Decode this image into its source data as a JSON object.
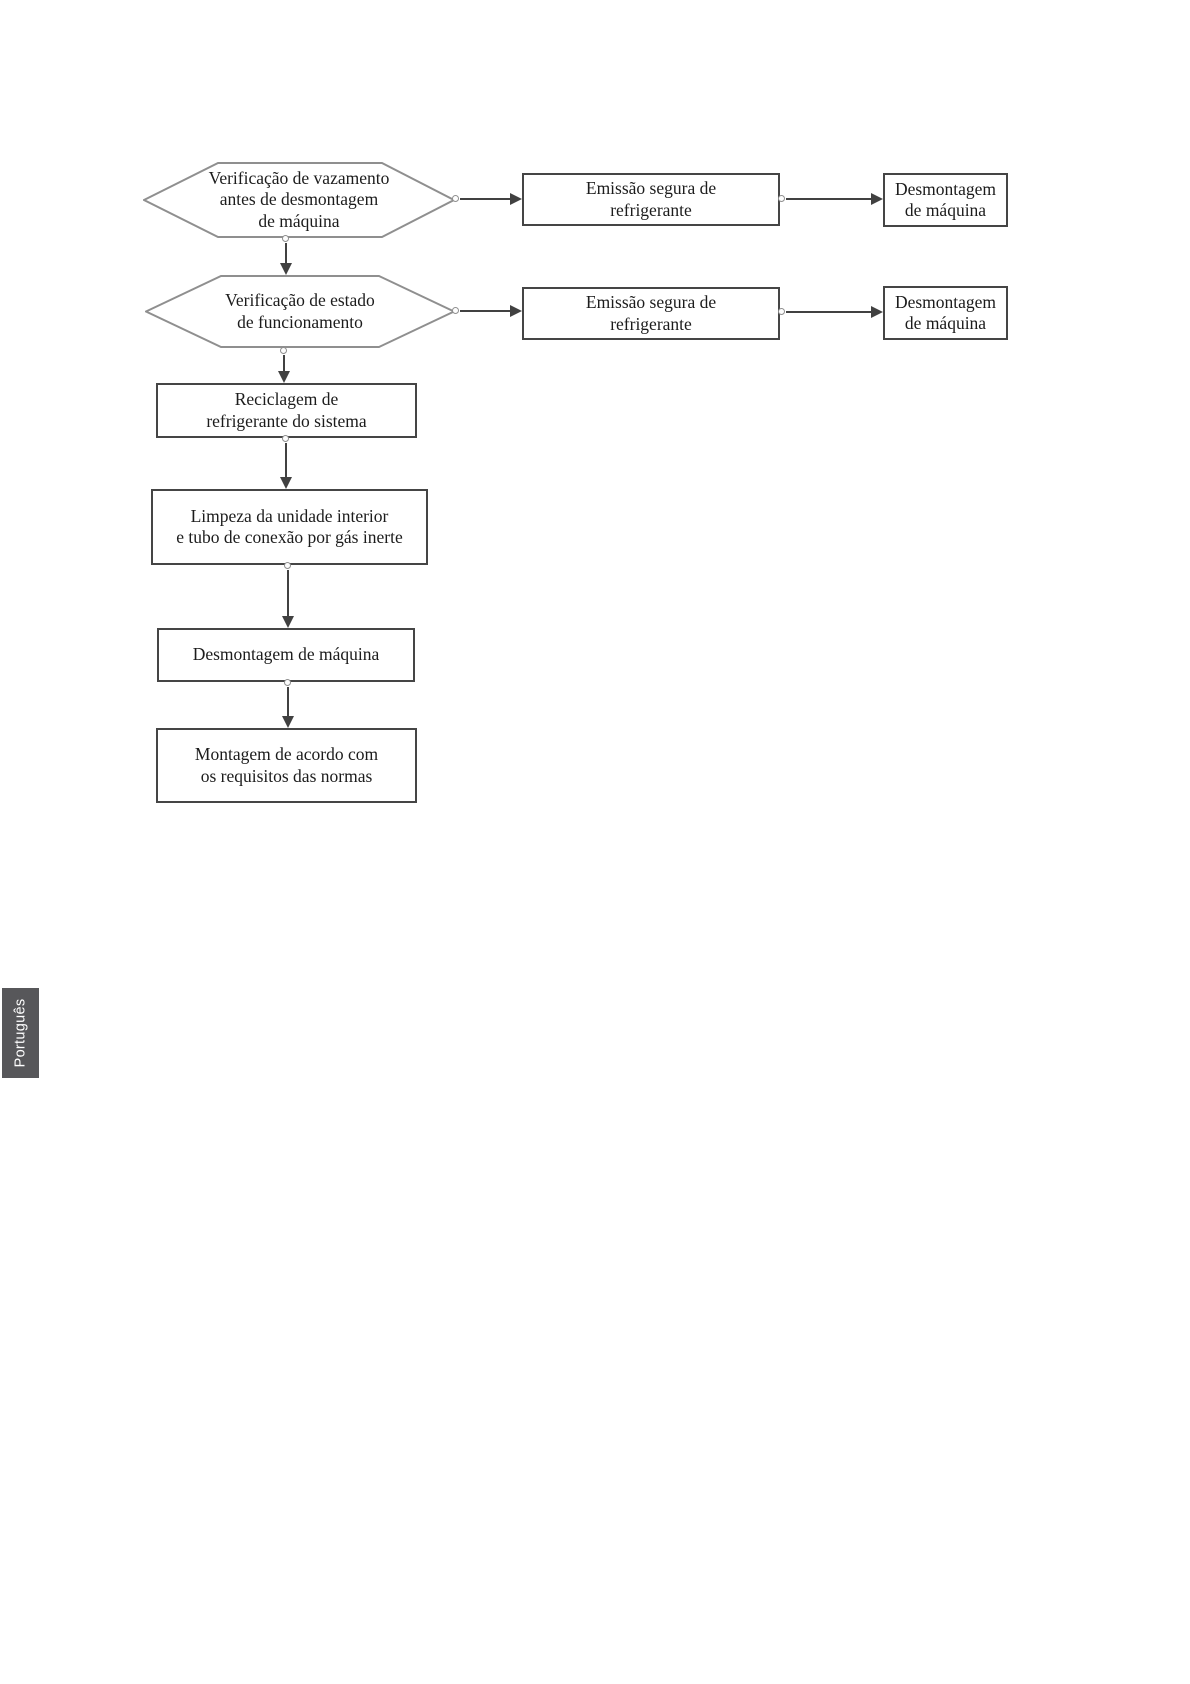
{
  "sidebar": {
    "language_tab": "Português"
  },
  "diagram": {
    "decision_leak": {
      "label": "Verificação de vazamento\nantes de desmontagem\nde máquina"
    },
    "decision_state": {
      "label": "Verificação de estado\nde funcionamento"
    },
    "emission_1": {
      "label": "Emissão segura de\nrefrigerante"
    },
    "disassembly_1": {
      "label": "Desmontagem\nde máquina"
    },
    "emission_2": {
      "label": "Emissão segura de\nrefrigerante"
    },
    "disassembly_2": {
      "label": "Desmontagem\nde máquina"
    },
    "recycle": {
      "label": "Reciclagem de\nrefrigerante do sistema"
    },
    "cleaning": {
      "label": "Limpeza da unidade interior\ne tubo de conexão por gás inerte"
    },
    "disassembly_3": {
      "label": "Desmontagem de máquina"
    },
    "assembly": {
      "label": "Montagem de acordo com\nos requisitos das normas"
    }
  },
  "colors": {
    "hexagon_border": "#8f8f8f",
    "box_border": "#454545",
    "arrow": "#414141",
    "tab_background": "#57575a",
    "tab_text": "#ffffff",
    "page_background": "#ffffff"
  }
}
